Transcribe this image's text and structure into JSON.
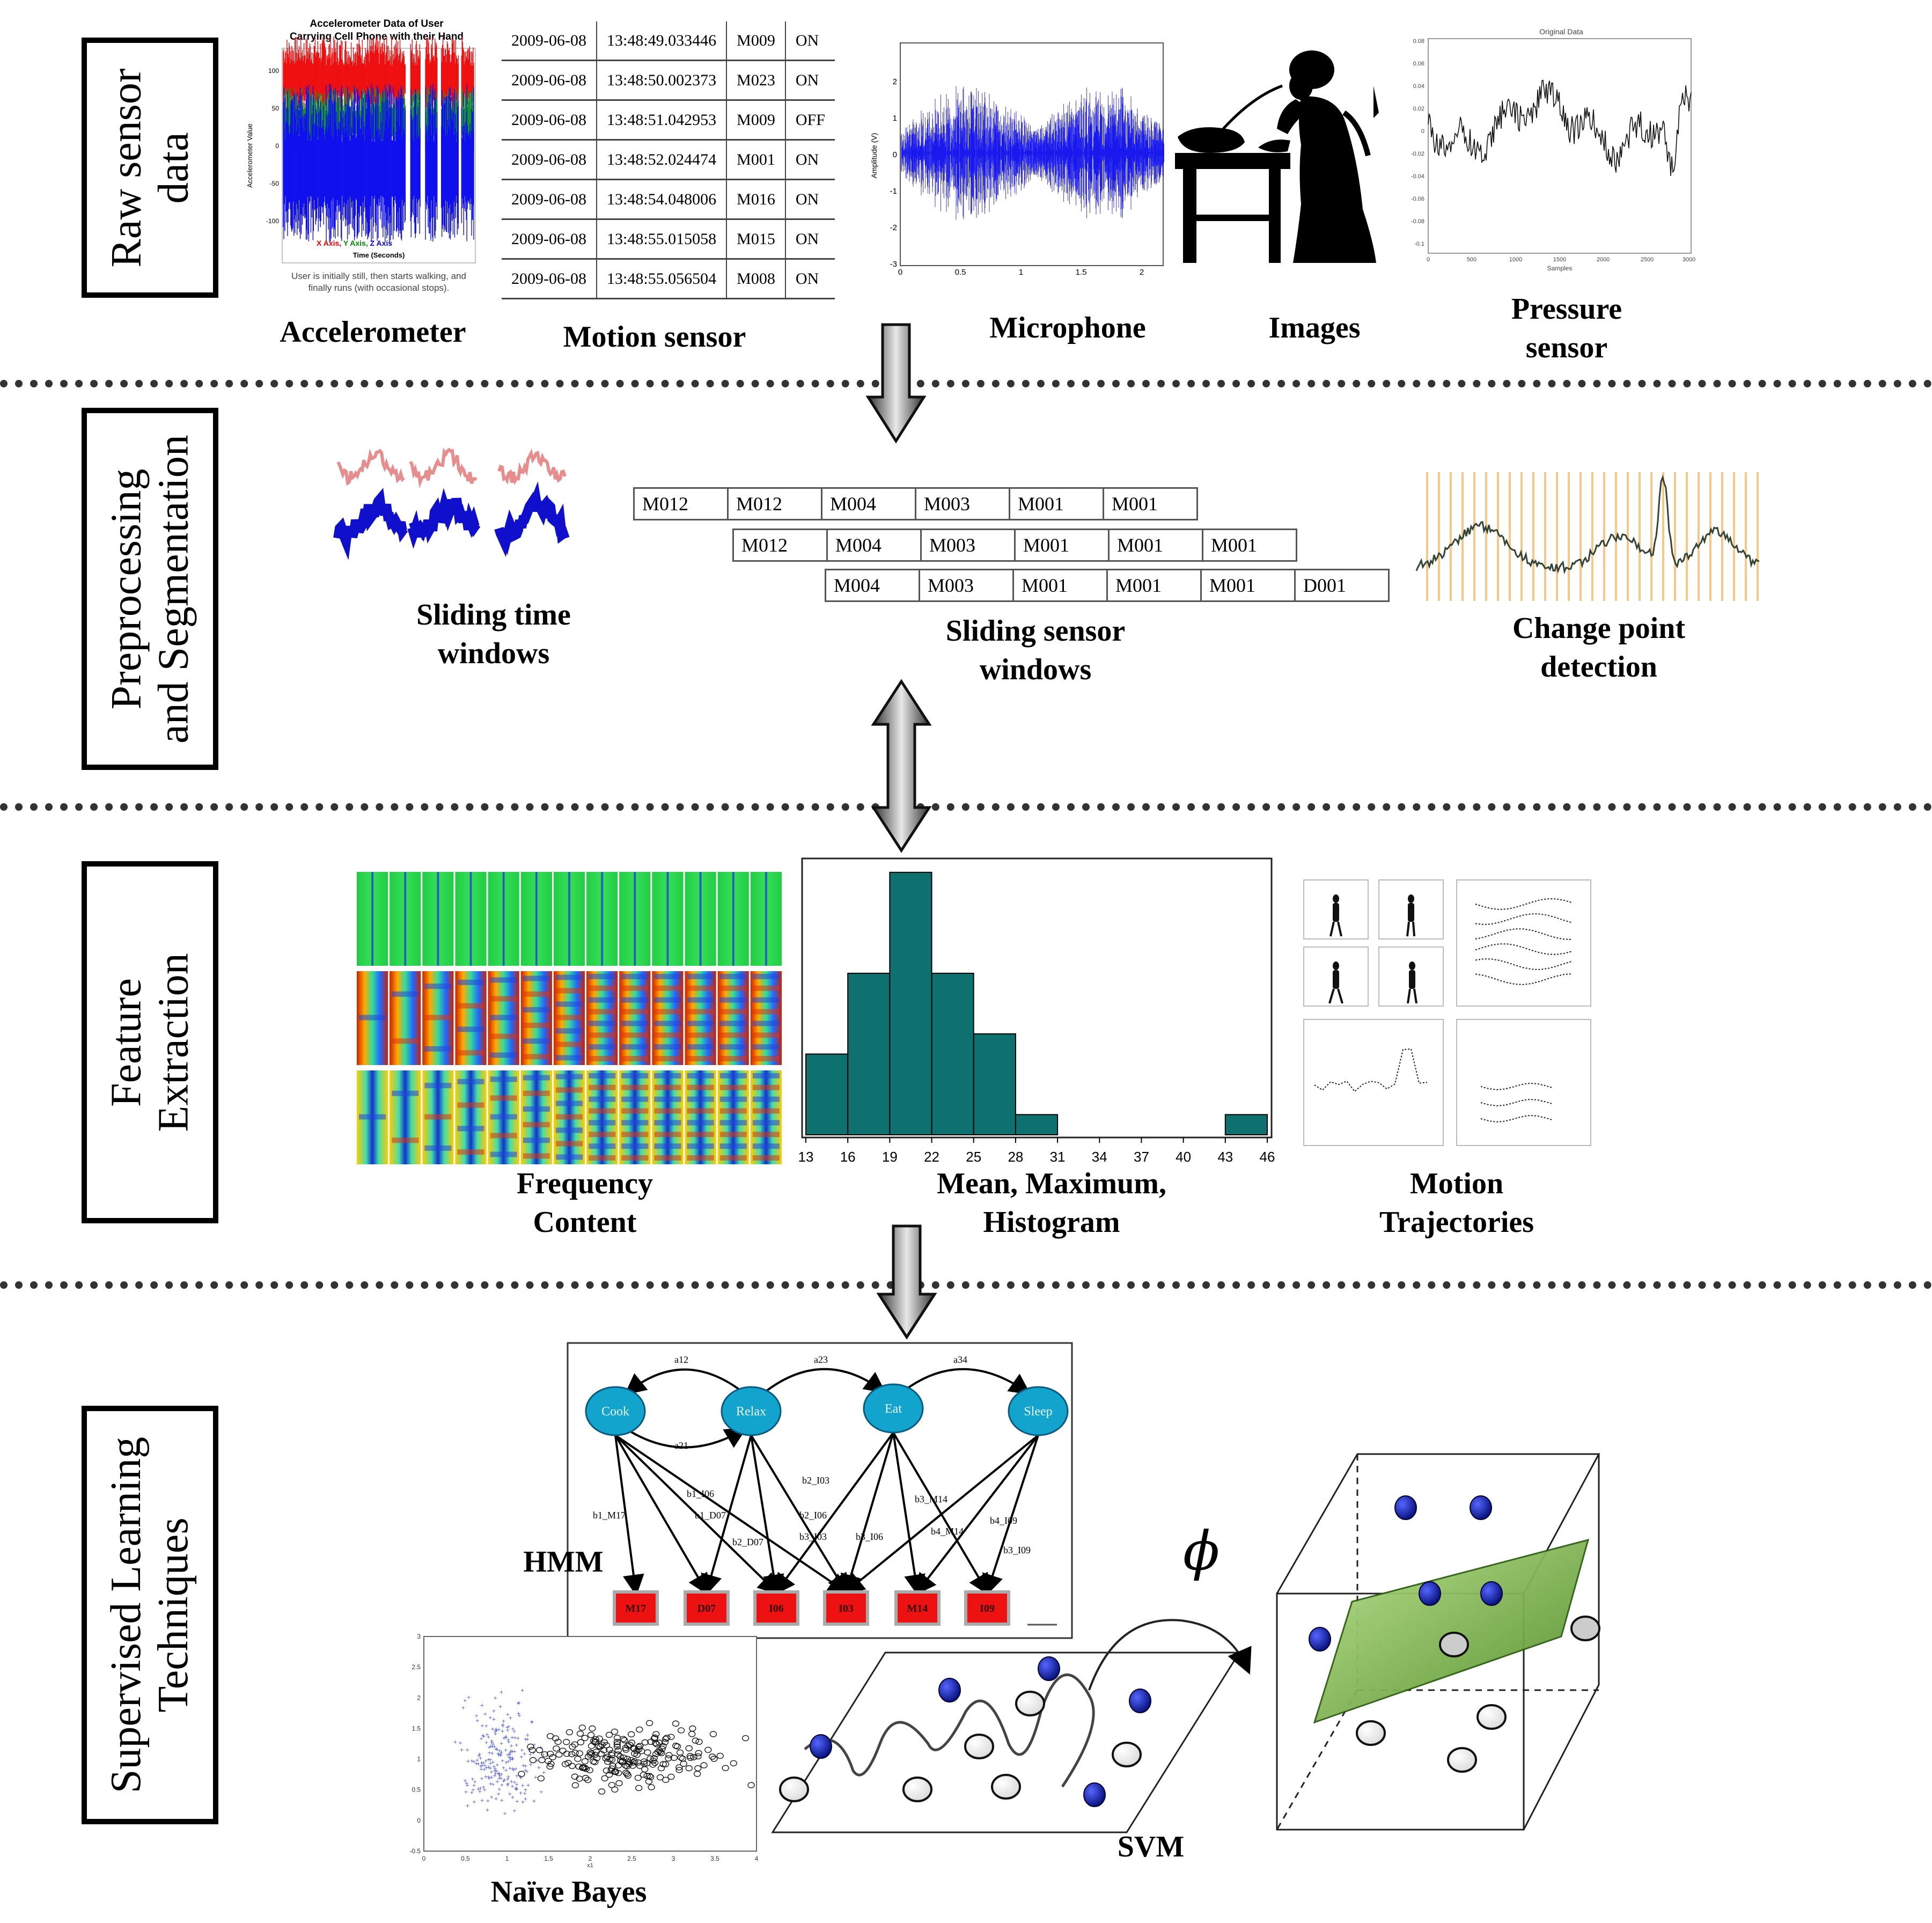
{
  "stages": [
    {
      "lines": [
        "Raw sensor",
        "data"
      ]
    },
    {
      "lines": [
        "Preprocessing",
        "and Segmentation"
      ]
    },
    {
      "lines": [
        "Feature",
        "Extraction"
      ]
    },
    {
      "lines": [
        "Supervised Learning",
        "Techniques"
      ]
    }
  ],
  "raw": {
    "accelerometer": {
      "title_line1": "Accelerometer Data of User",
      "title_line2": "Carrying Cell Phone with their Hand",
      "ylabel": "Accelerometer Value",
      "yticks": [
        "100",
        "50",
        "0",
        "-50",
        "-100"
      ],
      "legend_x": "X Axis,",
      "legend_y": "Y Axis,",
      "legend_z": "Z Axis",
      "xlabel": "Time (Seconds)",
      "caption_line1": "User is initially still, then starts walking, and",
      "caption_line2": "finally runs (with occasional stops).",
      "label": "Accelerometer"
    },
    "motion_table": {
      "rows": [
        [
          "2009-06-08",
          "13:48:49.033446",
          "M009",
          "ON"
        ],
        [
          "2009-06-08",
          "13:48:50.002373",
          "M023",
          "ON"
        ],
        [
          "2009-06-08",
          "13:48:51.042953",
          "M009",
          "OFF"
        ],
        [
          "2009-06-08",
          "13:48:52.024474",
          "M001",
          "ON"
        ],
        [
          "2009-06-08",
          "13:48:54.048006",
          "M016",
          "ON"
        ],
        [
          "2009-06-08",
          "13:48:55.015058",
          "M015",
          "ON"
        ],
        [
          "2009-06-08",
          "13:48:55.056504",
          "M008",
          "ON"
        ]
      ],
      "label": "Motion sensor"
    },
    "microphone": {
      "ylabel": "Amplitude (V)",
      "yticks": [
        "2",
        "1",
        "0",
        "-1",
        "-2",
        "-3"
      ],
      "xticks": [
        "0",
        "0.5",
        "1",
        "1.5",
        "2"
      ],
      "label": "Microphone"
    },
    "images": {
      "label": "Images"
    },
    "pressure": {
      "title": "Original Data",
      "yticks": [
        "0.08",
        "0.06",
        "0.04",
        "0.02",
        "0",
        "-0.02",
        "-0.04",
        "-0.06",
        "-0.08",
        "-0.1"
      ],
      "xticks": [
        "0",
        "500",
        "1000",
        "1500",
        "2000",
        "2500",
        "3000"
      ],
      "xlabel": "Samples",
      "label_line1": "Pressure",
      "label_line2": "sensor"
    }
  },
  "preprocessing": {
    "sliding_time": {
      "line1": "Sliding time",
      "line2": "windows"
    },
    "sliding_sensor": {
      "rows": [
        [
          "M012",
          "M012",
          "M004",
          "M003",
          "M001",
          "M001"
        ],
        [
          "M012",
          "M004",
          "M003",
          "M001",
          "M001",
          "M001"
        ],
        [
          "M004",
          "M003",
          "M001",
          "M001",
          "M001",
          "D001"
        ]
      ],
      "line1": "Sliding sensor",
      "line2": "windows"
    },
    "change_point": {
      "line1": "Change point",
      "line2": "detection"
    }
  },
  "features": {
    "frequency": {
      "line1": "Frequency",
      "line2": "Content"
    },
    "histogram": {
      "line1": "Mean, Maximum,",
      "line2": "Histogram",
      "color": "#0f7070"
    },
    "trajectories": {
      "line1": "Motion",
      "line2": "Trajectories"
    }
  },
  "learning": {
    "hmm": {
      "label": "HMM",
      "states": [
        "Cook",
        "Relax",
        "Eat",
        "Sleep"
      ],
      "transitions": [
        "a12",
        "a21",
        "a23",
        "a34"
      ],
      "observations": [
        "M17",
        "D07",
        "I06",
        "I03",
        "M14",
        "I09"
      ],
      "emissions": [
        "b1_M17",
        "b1_D07",
        "b1_I06",
        "b2_D07",
        "b2_I03",
        "b2_I06",
        "b3_I03",
        "b3_I06",
        "b3_M14",
        "b4_M14",
        "b4_I09",
        "b3_I09"
      ],
      "state_color": "#12a4cc",
      "obs_color": "#ee1111"
    },
    "naive_bayes": {
      "label": "Naïve Bayes",
      "xticks": [
        "0",
        "0.5",
        "1",
        "1.5",
        "2",
        "2.5",
        "3",
        "3.5",
        "4"
      ],
      "yticks": [
        "3",
        "2.5",
        "2",
        "1.5",
        "1",
        "0.5",
        "0",
        "-0.5"
      ],
      "xlabel": "x1"
    },
    "svm": {
      "label": "SVM",
      "phi": "ϕ"
    }
  },
  "chart_data": {
    "type": "bar",
    "title": "",
    "xlabel": "",
    "ylabel": "",
    "categories": [
      "13",
      "16",
      "19",
      "22",
      "25",
      "28",
      "31",
      "34",
      "37",
      "40",
      "43",
      "46"
    ],
    "bins": [
      [
        13,
        16
      ],
      [
        16,
        19
      ],
      [
        19,
        22
      ],
      [
        22,
        25
      ],
      [
        25,
        28
      ],
      [
        28,
        31
      ],
      [
        31,
        34
      ],
      [
        34,
        37
      ],
      [
        37,
        40
      ],
      [
        40,
        43
      ],
      [
        43,
        46
      ]
    ],
    "values": [
      4,
      8,
      13,
      8,
      5,
      1,
      0,
      0,
      0,
      0,
      1
    ],
    "xlim": [
      13,
      46
    ],
    "ylim": [
      0,
      13.5
    ],
    "grid": false
  }
}
